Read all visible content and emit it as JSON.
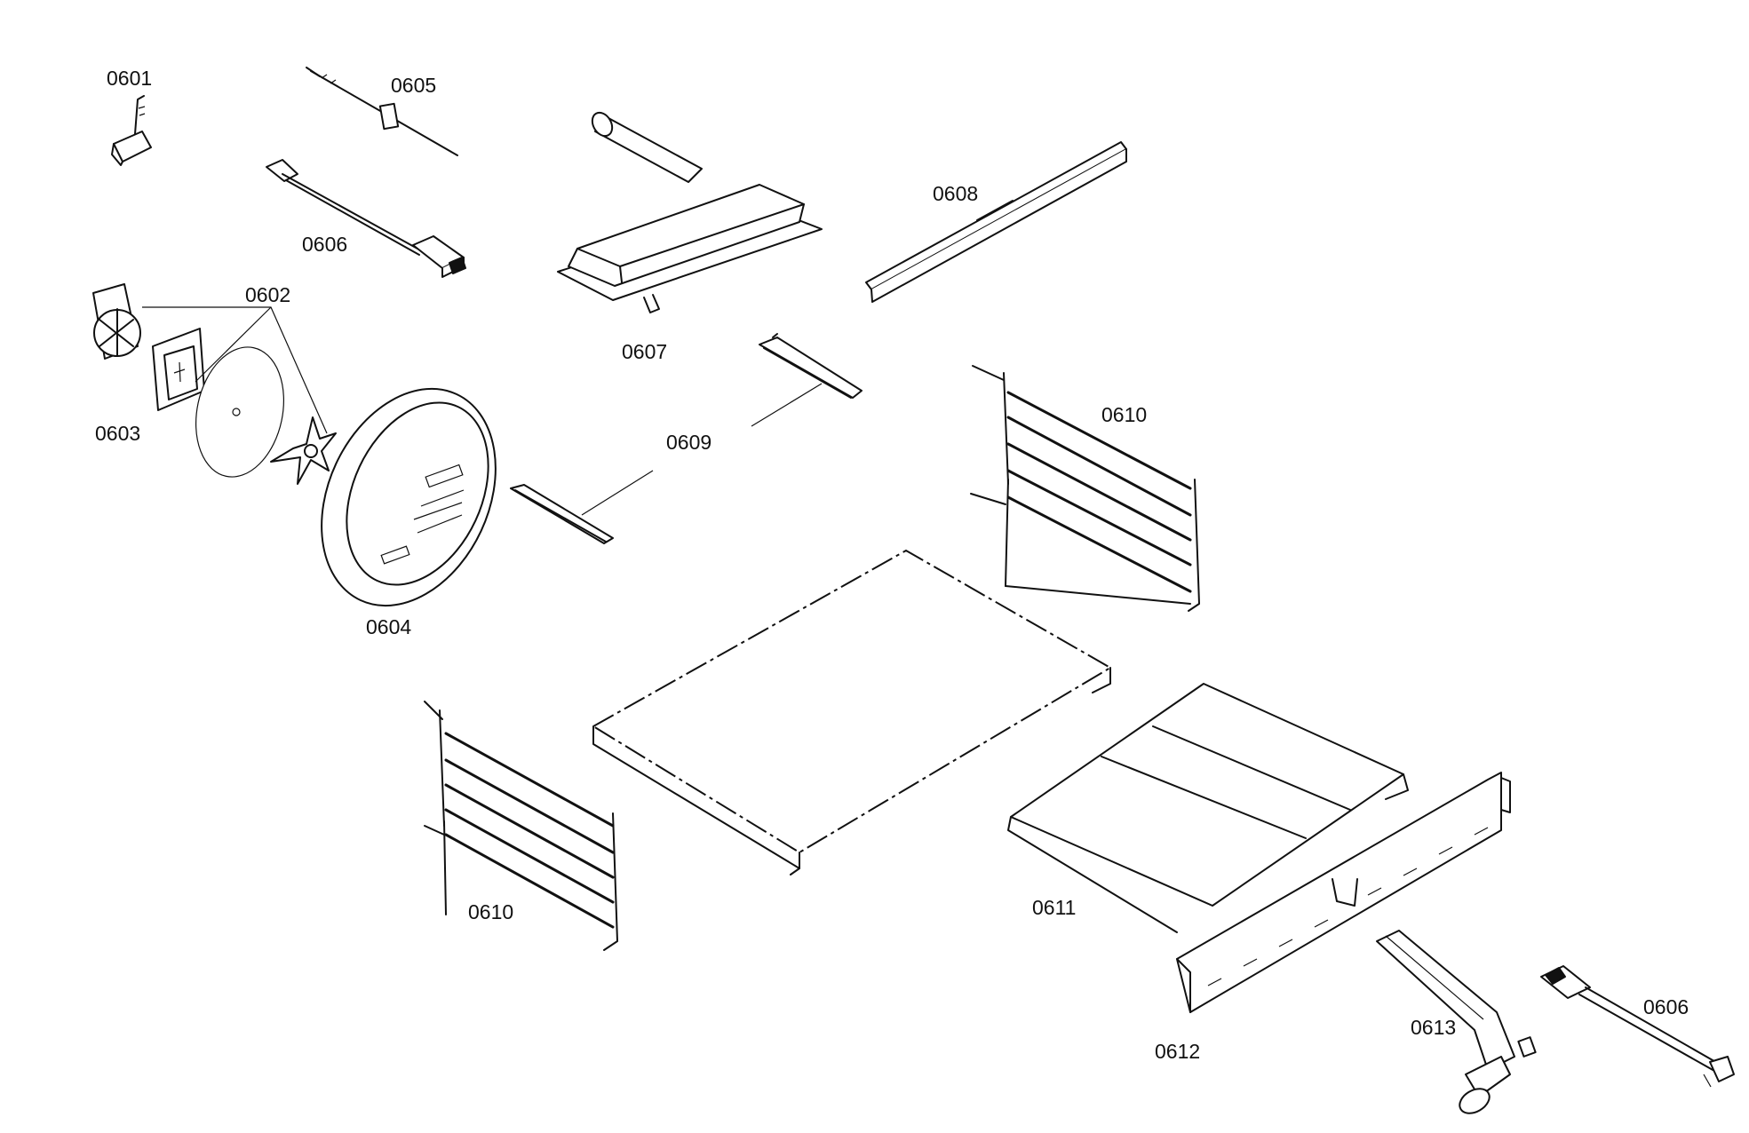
{
  "labels": {
    "p0601": "0601",
    "p0602": "0602",
    "p0603": "0603",
    "p0604": "0604",
    "p0605": "0605",
    "p0606_top": "0606",
    "p0606_bottom": "0606",
    "p0607": "0607",
    "p0608": "0608",
    "p0609": "0609",
    "p0610_right": "0610",
    "p0610_left": "0610",
    "p0611": "0611",
    "p0612": "0612",
    "p0613": "0613"
  },
  "colors": {
    "line": "#111111",
    "background": "#ffffff"
  }
}
